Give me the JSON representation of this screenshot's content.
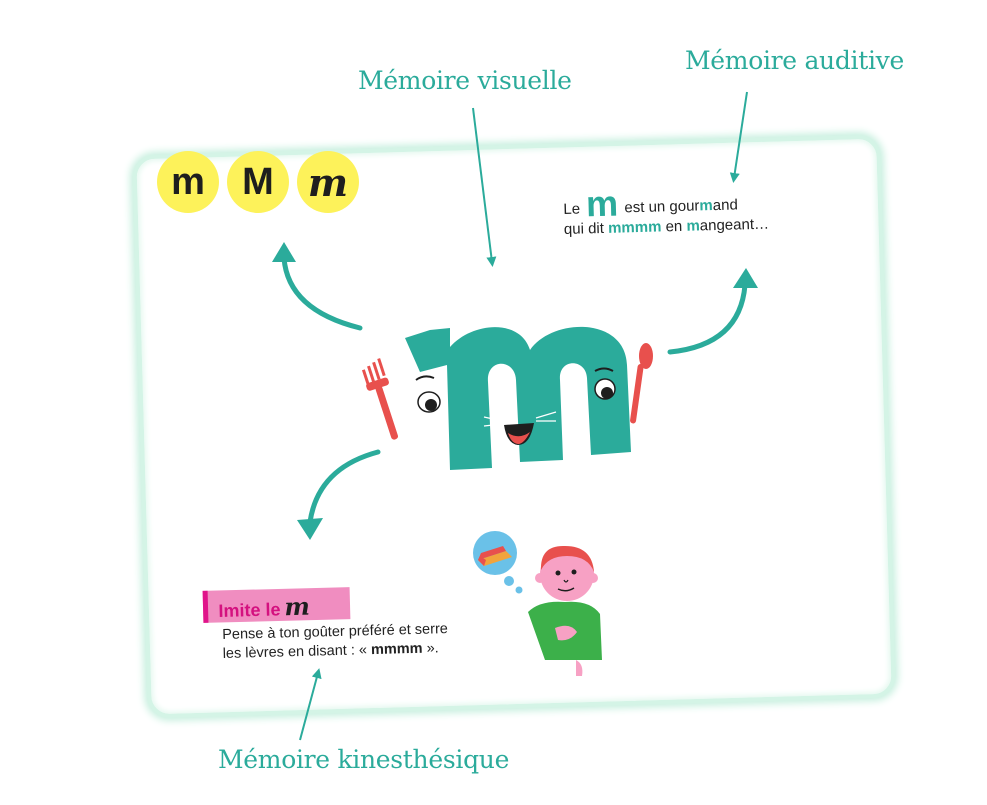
{
  "labels": {
    "visuelle": "Mémoire visuelle",
    "auditive": "Mémoire auditive",
    "kinesthesique": "Mémoire kinesthésique"
  },
  "circles": [
    "m",
    "M",
    "m"
  ],
  "auditive_text": {
    "le": "Le",
    "letter": "m",
    "line1_rest": "est un gour",
    "line1_hl": "m",
    "line1_end": "and",
    "line2_start": "qui dit",
    "line2_hl1": "mmmm",
    "line2_mid": "en",
    "line2_hl2": "m",
    "line2_end": "angeant…"
  },
  "imite": {
    "title": "Imite le",
    "letter": "m",
    "line1": "Pense à ton goûter préféré et serre",
    "line2_start": "les lèvres en disant : «",
    "line2_bold": "mmmm",
    "line2_end": "»."
  },
  "colors": {
    "teal": "#2bab9b",
    "yellow": "#fdf25a",
    "pink": "#e0148a",
    "red": "#e8504d",
    "green": "#3cb04a"
  }
}
